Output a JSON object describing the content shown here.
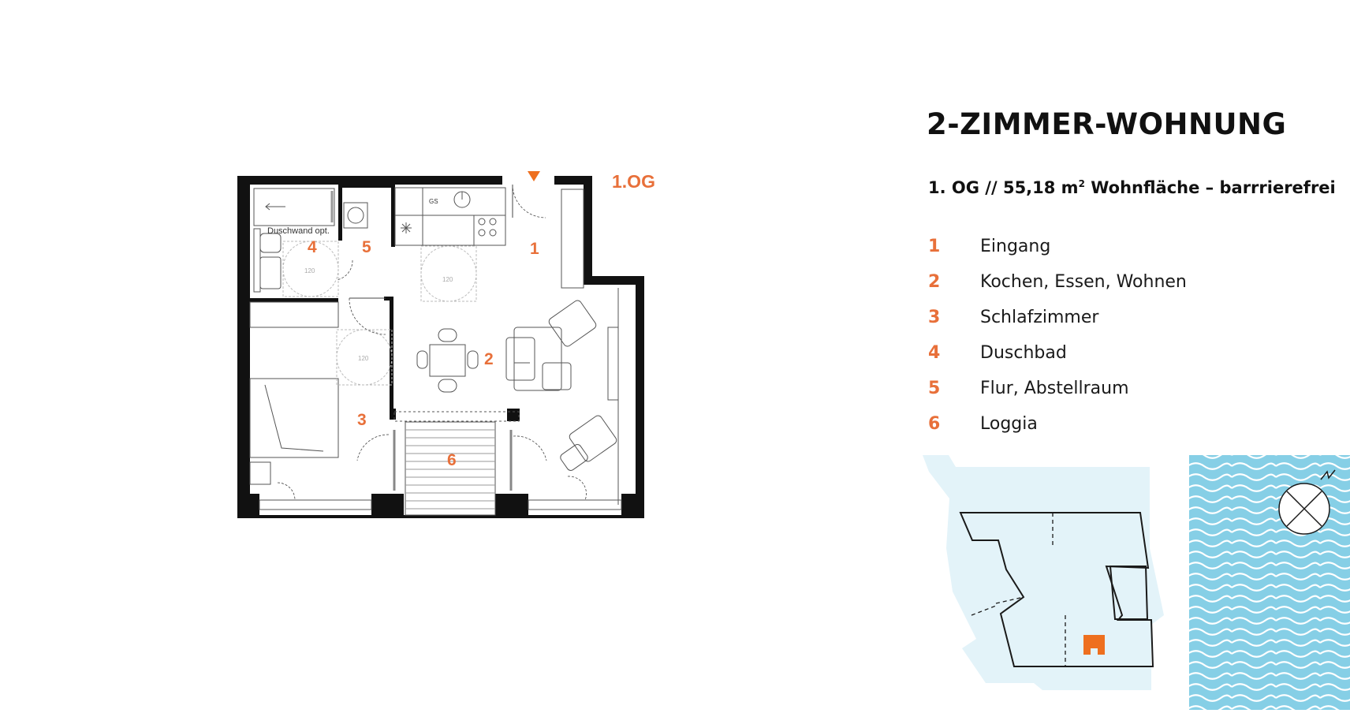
{
  "header": {
    "title": "2-ZIMMER-WOHNUNG",
    "subtitle_main": "1. OG // 55,18 m",
    "subtitle_sup": "2",
    "subtitle_rest": " Wohnfläche – barrrierefrei"
  },
  "legend": [
    {
      "num": "1",
      "label": "Eingang"
    },
    {
      "num": "2",
      "label": "Kochen, Essen, Wohnen"
    },
    {
      "num": "3",
      "label": "Schlafzimmer"
    },
    {
      "num": "4",
      "label": "Duschbad"
    },
    {
      "num": "5",
      "label": "Flur, Abstellraum"
    },
    {
      "num": "6",
      "label": "Loggia"
    }
  ],
  "plan": {
    "floor_label": "1.OG",
    "shower_label": "Duschwand opt.",
    "stove_label": "GS",
    "turning_circle_label": "120",
    "room_numbers": [
      "1",
      "2",
      "3",
      "4",
      "5",
      "6"
    ]
  },
  "colors": {
    "accent": "#e8703a",
    "water": "#86cfe6",
    "site_bg": "#e3f3f9",
    "apartment_marker": "#ee6f1f"
  }
}
